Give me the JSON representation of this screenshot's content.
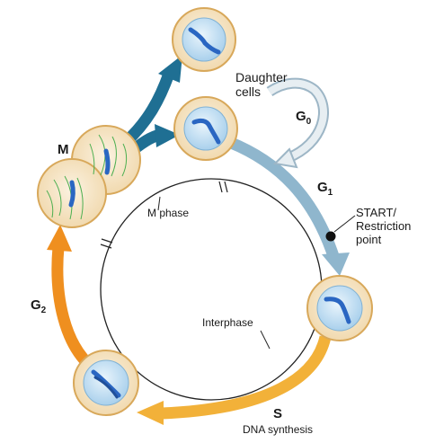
{
  "labels": {
    "daughter_cells": "Daughter\ncells",
    "m": "M",
    "g0_main": "G",
    "g0_sub": "0",
    "g1_main": "G",
    "g1_sub": "1",
    "start": "START/\nRestriction\npoint",
    "m_phase": "M phase",
    "interphase": "Interphase",
    "g2_main": "G",
    "g2_sub": "2",
    "s": "S",
    "dna_synthesis": "DNA synthesis"
  },
  "colors": {
    "m_arrow": "#1f6f93",
    "g1_arrow": "#8fb6cd",
    "g0_arrow": "#c9d6de",
    "s_arrow": "#f2b139",
    "g2_arrow": "#ef8f1f",
    "cell_fill": "#f6e6c8",
    "cell_border": "#d8a85a",
    "nucleus_fill": "#cfe6f6",
    "chromosome": "#2a66c2",
    "spindle": "#4caf50"
  }
}
